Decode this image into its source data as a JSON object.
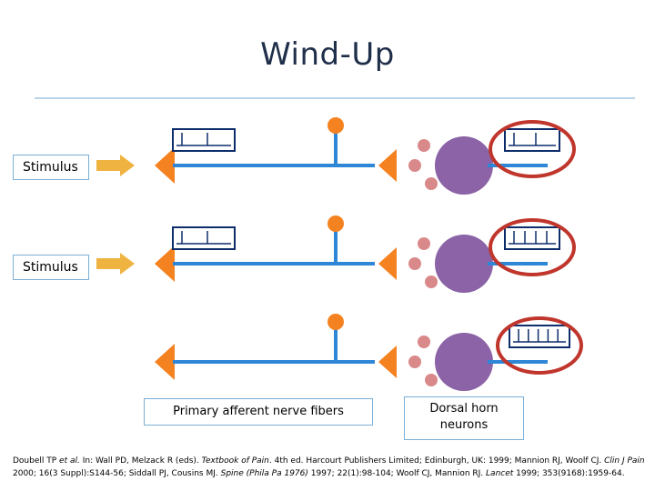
{
  "title": "Wind-Up",
  "stimulus_labels": [
    "Stimulus",
    "Stimulus"
  ],
  "captions": {
    "primary": "Primary afferent nerve fibers",
    "dorsal_line1": "Dorsal horn",
    "dorsal_line2": "neurons"
  },
  "citation": {
    "p1": "Doubell TP ",
    "p2": "et al.",
    "p3": " In: Wall PD, Melzack R (eds). ",
    "p4": "Textbook of Pain",
    "p5": ". 4th ed. Harcourt Publishers Limited; Edinburgh, UK: 1999; Mannion RJ, Woolf CJ. ",
    "p6": "Clin J Pain",
    "p7": " 2000; 16(3 Suppl):S144-56; Siddall PJ, Cousins MJ. ",
    "p8": "Spine (Phila Pa 1976)",
    "p9": " 1997; 22(1):98-104; Woolf CJ, Mannion RJ. ",
    "p10": "Lancet",
    "p11": " 1999; 353(9168):1959-64."
  },
  "rows": [
    {
      "stimulus": true,
      "afferent_spikes": 2,
      "output_spikes": 2,
      "highlighted": true
    },
    {
      "stimulus": true,
      "afferent_spikes": 2,
      "output_spikes": 4,
      "highlighted": true
    },
    {
      "stimulus": false,
      "afferent_spikes": 0,
      "output_spikes": 5,
      "highlighted": true
    }
  ],
  "colors": {
    "nerve": "#2e86d6",
    "terminal": "#f58220",
    "neurotransmitter": "#d9898a",
    "neuron": "#8b63a6",
    "highlight": "#c0362c",
    "stimulus_arrow": "#efb341",
    "trace_border": "#0d2d6b"
  }
}
